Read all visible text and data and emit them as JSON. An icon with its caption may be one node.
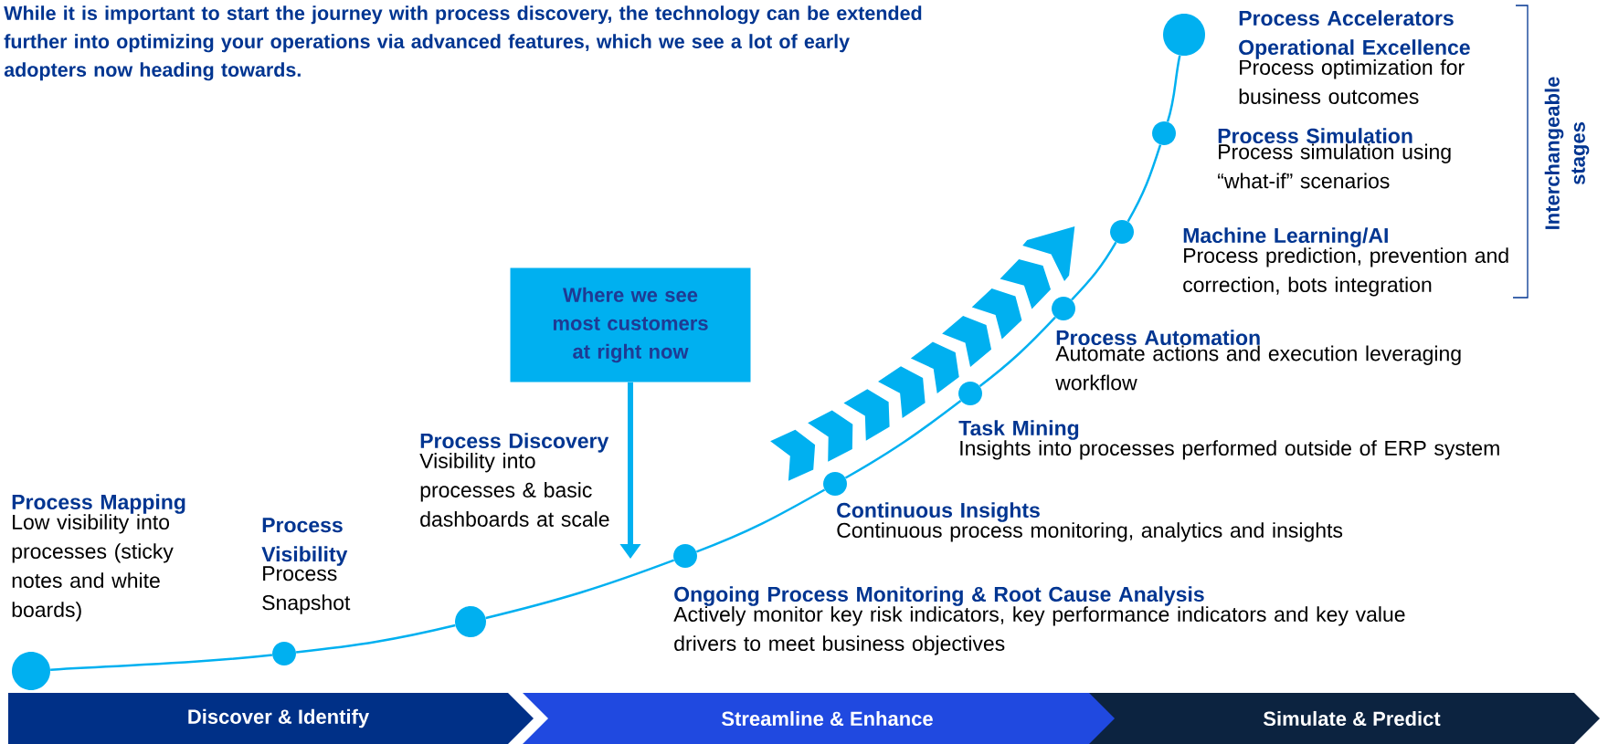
{
  "diagram": {
    "nodes": [
      {
        "text": [],
        "shape": "circle",
        "beside": [
          "Process Mapping",
          "Low visibility into processes (sticky notes and white boards)"
        ]
      },
      {
        "text": [],
        "shape": "circle",
        "beside": [
          "Process Visibility",
          "Process Snapshot"
        ]
      },
      {
        "text": [],
        "shape": "circle",
        "beside": [
          "Process Discovery",
          "Visibility into processes & basic dashboards at scale"
        ]
      },
      {
        "text": [],
        "shape": "circle",
        "beside": [
          "Ongoing Process Monitoring & Root Cause Analysis",
          "Actively monitor key risk indicators, key performance indicators and key value drivers to meet business objectives"
        ]
      },
      {
        "text": [],
        "shape": "circle",
        "beside": [
          "Continuous Insights",
          "Continuous process monitoring, analytics and insights"
        ]
      },
      {
        "text": [],
        "shape": "circle",
        "beside": [
          "Task Mining",
          "Insights into processes performed outside of ERP system"
        ]
      },
      {
        "text": [],
        "shape": "circle",
        "beside": [
          "Process Automation",
          "Automate actions and execution leveraging workflow"
        ]
      },
      {
        "text": [],
        "shape": "circle",
        "beside": [
          "Machine Learning/AI",
          "Process prediction, prevention and correction, bots integration"
        ]
      },
      {
        "text": [],
        "shape": "circle",
        "beside": [
          "Process Simulation",
          "Process simulation using “what-if” scenarios"
        ]
      },
      {
        "text": [],
        "shape": "circle",
        "beside": [
          "Process Accelerators Operational Excellence",
          "Process optimization for business outcomes"
        ]
      },
      {
        "text": [
          "Where we see most customers at right now"
        ]
      },
      {
        "text": [
          "Discover & Identify"
        ]
      },
      {
        "text": [
          "Streamline & Enhance"
        ]
      },
      {
        "text": [
          "Simulate & Predict"
        ]
      }
    ],
    "edges": [
      {
        "from": 0,
        "to": 1,
        "arrow": "none"
      },
      {
        "from": 1,
        "to": 2,
        "arrow": "none"
      },
      {
        "from": 2,
        "to": 3,
        "arrow": "none"
      },
      {
        "from": 3,
        "to": 4,
        "arrow": "none"
      },
      {
        "from": 4,
        "to": 5,
        "arrow": "none"
      },
      {
        "from": 5,
        "to": 6,
        "arrow": "none"
      },
      {
        "from": 6,
        "to": 7,
        "arrow": "none"
      },
      {
        "from": 7,
        "to": 8,
        "arrow": "none"
      },
      {
        "from": 8,
        "to": 9,
        "arrow": "none"
      },
      {
        "from": 10,
        "to": null,
        "arrow": "to",
        "style": "thick"
      }
    ],
    "labels": [
      "While it is important to start the journey with process discovery, the technology can be extended further into optimizing your operations via advanced features, which we see a lot of early adopters now heading towards.",
      "Interchangeable stages"
    ]
  }
}
